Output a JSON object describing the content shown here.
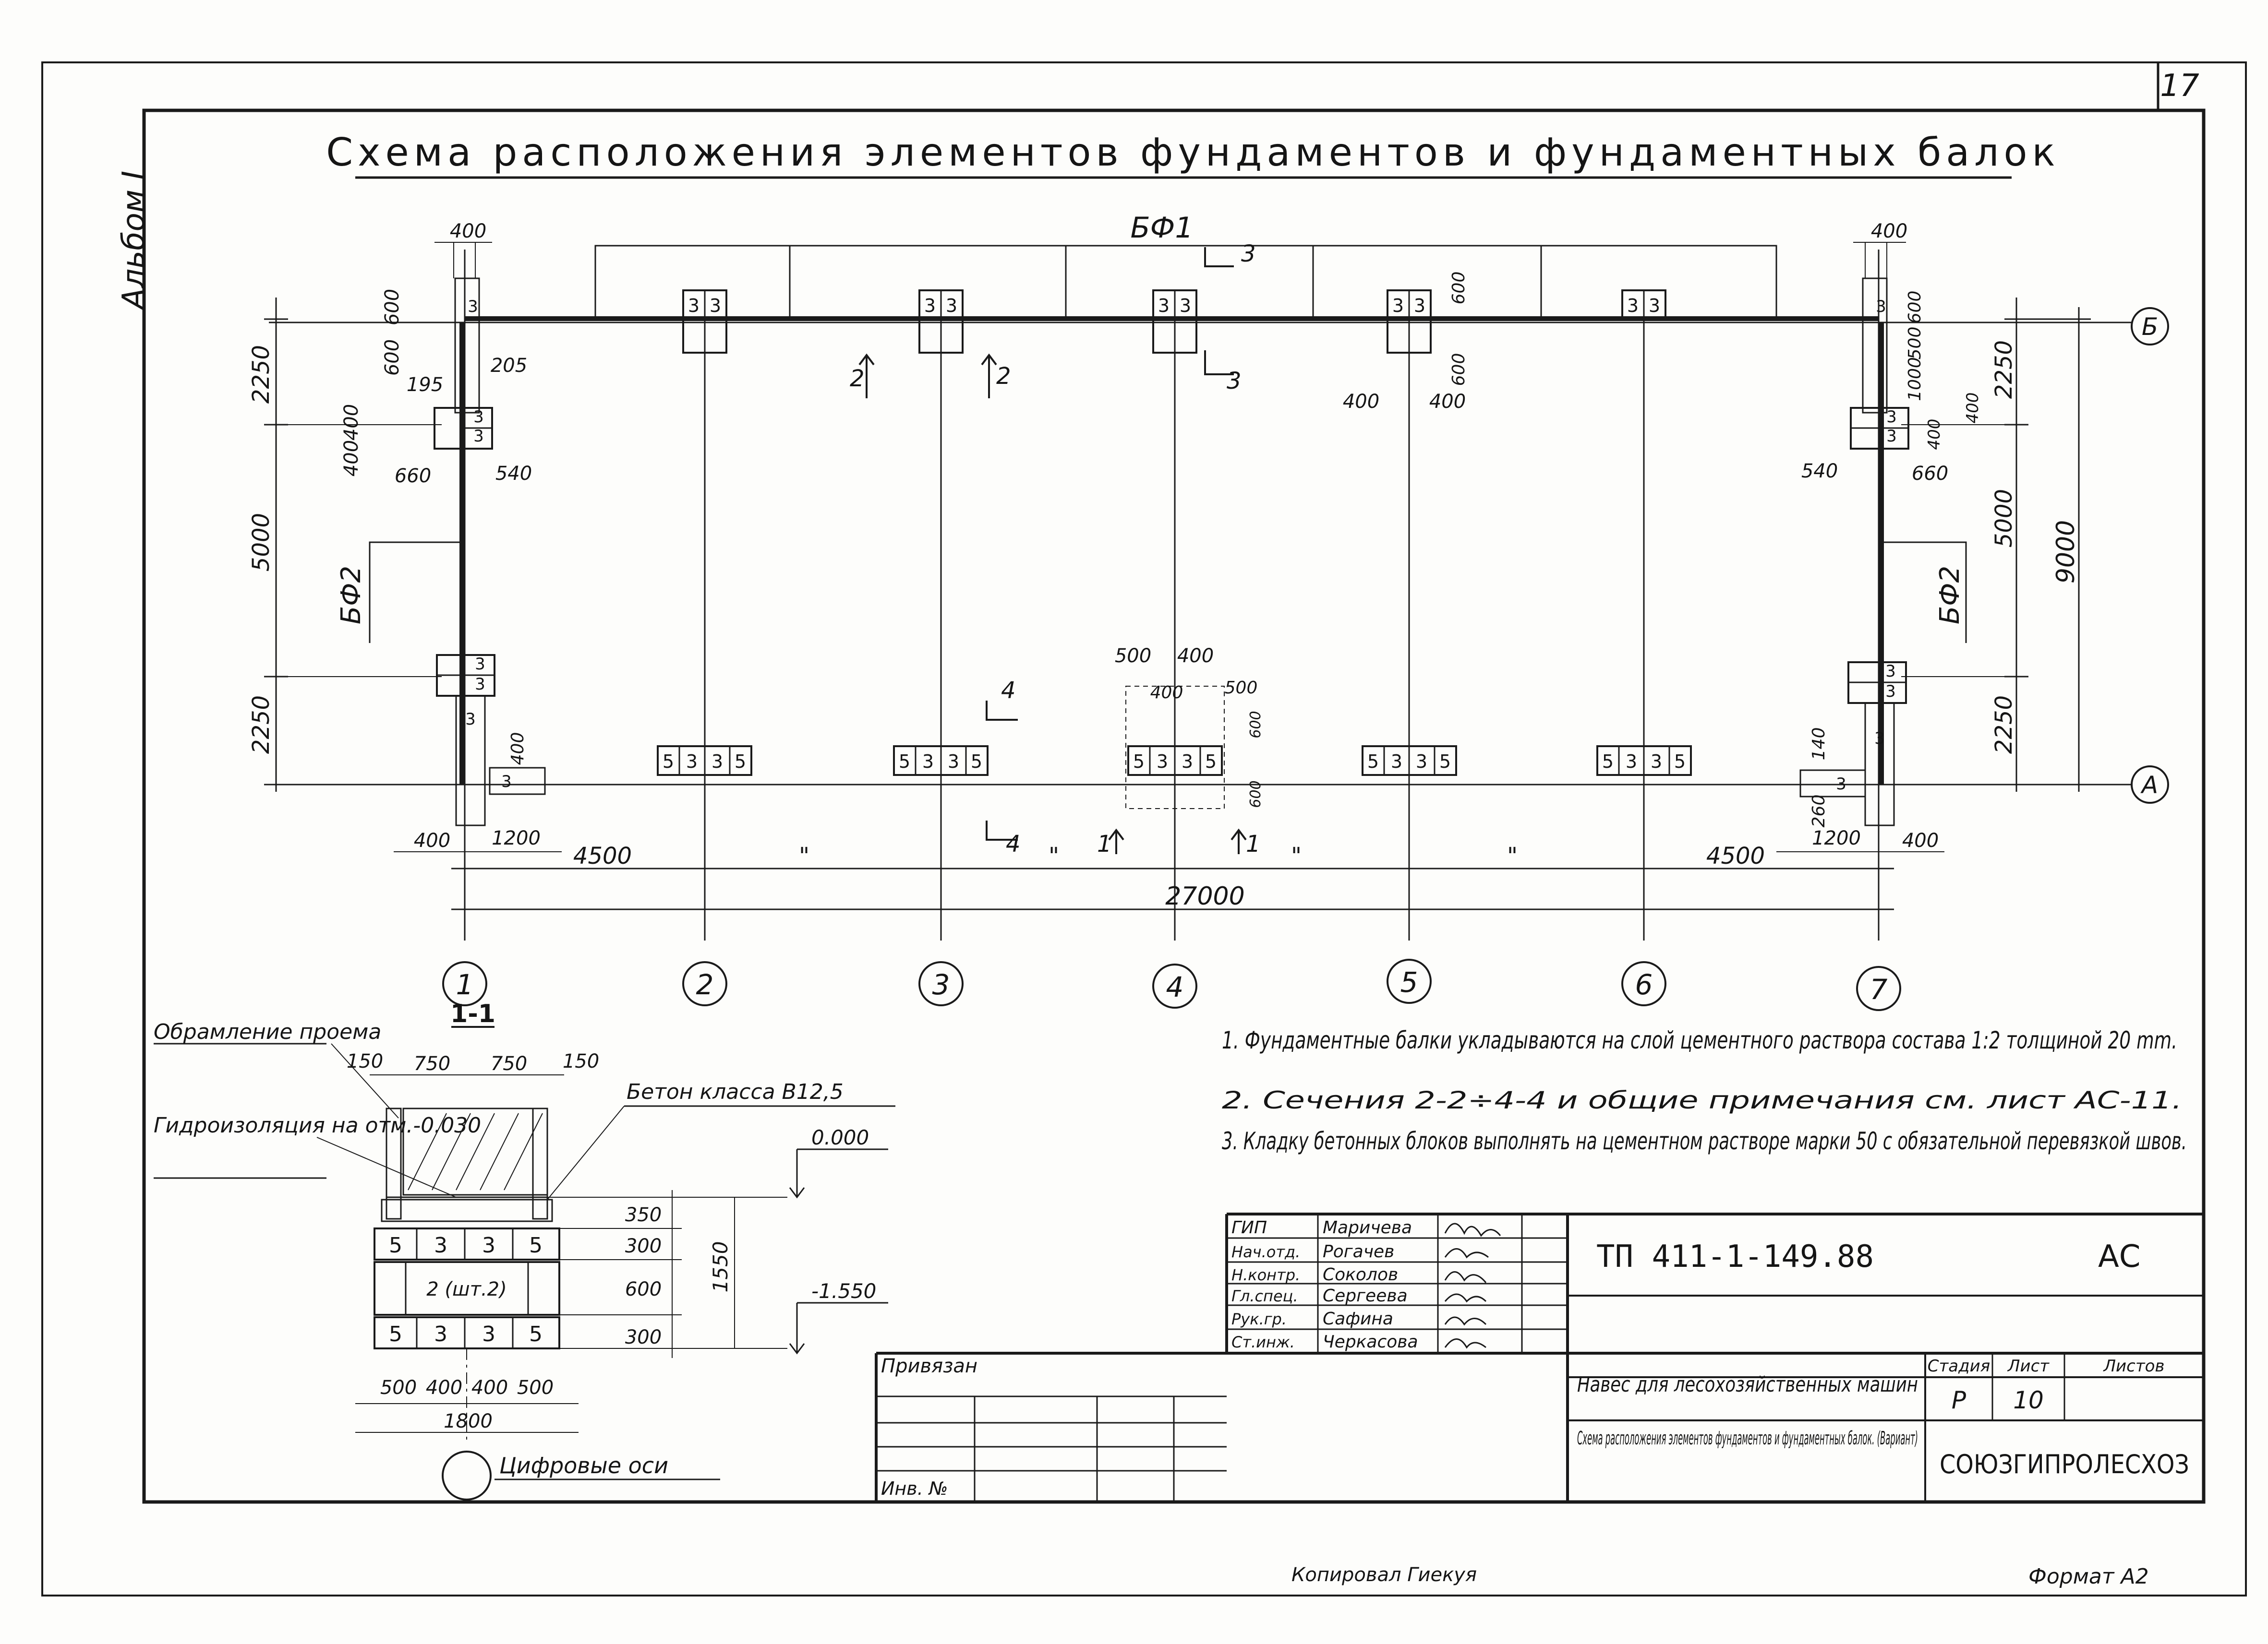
{
  "sheet": {
    "sheet_number_box": "17",
    "album": "Альбом I",
    "title": "Схема расположения элементов фундаментов и фундаментных балок",
    "copied_by": "Копировал Гиекуя",
    "format": "Формат А2"
  },
  "plan": {
    "beam_top_label": "БФ1",
    "beam_side_left_label": "БФ2",
    "beam_side_right_label": "БФ2",
    "row_axes": [
      "Б",
      "А"
    ],
    "column_axes": [
      "1",
      "2",
      "3",
      "4",
      "5",
      "6",
      "7"
    ],
    "block_labels": {
      "top_pair": [
        "3",
        "3"
      ],
      "bottom_row": [
        "5",
        "3",
        "3",
        "5"
      ],
      "side_pair": [
        "3",
        "3"
      ],
      "single": "3"
    },
    "dims_left": {
      "top": [
        "400",
        "600",
        "600",
        "195",
        "205"
      ],
      "vertical": [
        "2250",
        "5000",
        "2250"
      ],
      "block_size": [
        "400",
        "400",
        "660",
        "540"
      ],
      "bottom": [
        "400",
        "1200",
        "400"
      ]
    },
    "dims_right": {
      "top": [
        "400",
        "600",
        "500",
        "1000",
        "400",
        "400"
      ],
      "vertical": [
        "2250",
        "5000",
        "2250",
        "9000"
      ],
      "block_size": [
        "540",
        "660"
      ],
      "bottom": [
        "140",
        "260",
        "1200",
        "400"
      ]
    },
    "dims_mid": {
      "top_col5": [
        "600",
        "600",
        "400",
        "400"
      ],
      "bottom_col4": [
        "500",
        "400",
        "400",
        "500",
        "600",
        "600"
      ]
    },
    "spacing": {
      "end_span": "4500",
      "repeat_mark": "\"",
      "overall": "27000"
    },
    "section_marks": [
      "1",
      "2",
      "3",
      "4"
    ]
  },
  "section": {
    "title": "1-1",
    "framing_label": "Обрамление проема",
    "waterproof_label": "Гидроизоляция на отм.-0.030",
    "concrete_label": "Бетон класса В12,5",
    "top_dims": [
      "150",
      "750",
      "750",
      "150"
    ],
    "level_top": "0.000",
    "level_bottom": "-1.550",
    "height_total": "1550",
    "layer_heights": [
      "350",
      "300",
      "600",
      "300"
    ],
    "row_blocks": [
      "5",
      "3",
      "3",
      "5"
    ],
    "middle_block": "2 (шт.2)",
    "bottom_dims": [
      "500",
      "400",
      "400",
      "500"
    ],
    "width_total": "1800"
  },
  "legend": {
    "digital_axes": "Цифровые оси"
  },
  "notes": [
    "1. Фундаментные балки укладываются на слой цементного раствора состава 1:2 толщиной 20 mm.",
    "2. Сечения 2-2÷4-4 и общие примечания см. лист АС-11.",
    "3. Кладку бетонных блоков выполнять на цементном растворе марки 50 с обязательной перевязкой швов."
  ],
  "stamp": {
    "project_code": "ТП 411-1-149.88",
    "mark": "АС",
    "roles": [
      "ГИП",
      "Нач.отд.",
      "Н.контр.",
      "Гл.спец.",
      "Рук.гр.",
      "Ст.инж."
    ],
    "names": [
      "Маричева",
      "Рогачев",
      "Соколов",
      "Сергеева",
      "Сафина",
      "Черкасова"
    ],
    "bound_label": "Привязан",
    "inv_label": "Инв. №",
    "object_title": "Навес для лесохозяйственных машин",
    "sheet_title": "Схема расположения элементов фундаментов и фундаментных балок. (Вариант)",
    "stage_header": "Стадия",
    "sheet_header": "Лист",
    "sheets_header": "Листов",
    "stage": "Р",
    "sheet": "10",
    "sheets": "",
    "organization": "СОЮЗГИПРОЛЕСХОЗ"
  }
}
